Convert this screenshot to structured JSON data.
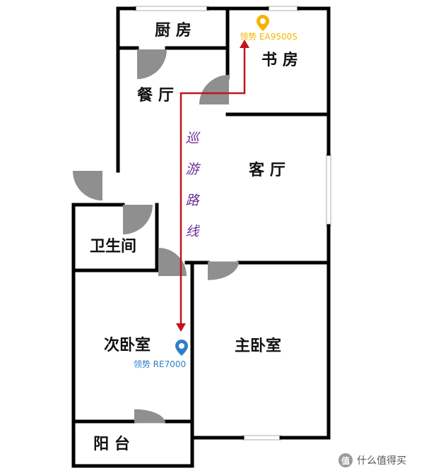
{
  "rooms": {
    "kitchen": "厨 房",
    "study": "书 房",
    "dining": "餐 厅",
    "living": "客 厅",
    "bathroom": "卫生间",
    "second_bedroom": "次卧室",
    "master_bedroom": "主卧室",
    "balcony": "阳 台"
  },
  "devices": {
    "router_main": {
      "label": "领势 EA9500S",
      "color": "#f5b400",
      "icon": "location-pin-icon"
    },
    "router_extender": {
      "label": "领势 RE7000",
      "color": "#2f7fc8",
      "icon": "location-pin-icon"
    }
  },
  "route": {
    "chars": [
      "巡",
      "游",
      "路",
      "线"
    ],
    "color": "#c0141c",
    "text_color": "#6b2f9a"
  },
  "colors": {
    "wall": "#000000",
    "door": "#8f8f8f",
    "window": "#c8c8c8"
  },
  "watermark": {
    "badge": "值",
    "text": "什么值得买"
  }
}
